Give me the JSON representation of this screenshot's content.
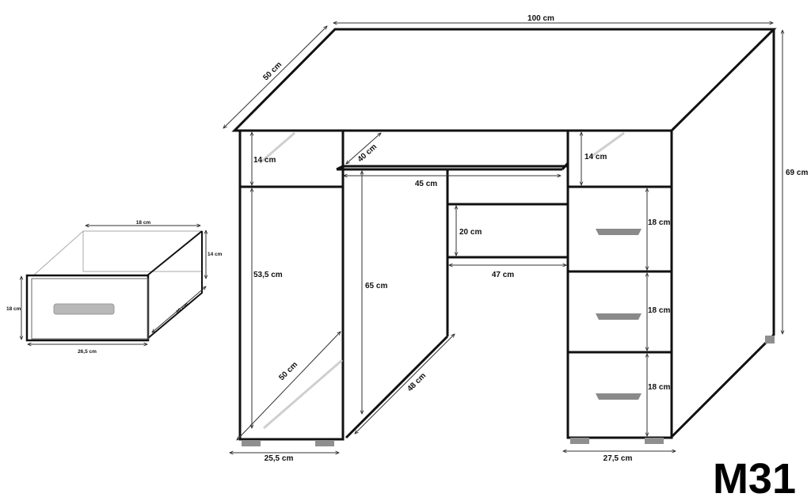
{
  "model_code": "M31",
  "desk": {
    "width": "100 cm",
    "depth": "50 cm",
    "height": "69 cm",
    "top_compartment_left": "14 cm",
    "top_compartment_right": "14 cm",
    "keyboard_depth": "40 cm",
    "keyboard_width": "45 cm",
    "shelf_height": "20 cm",
    "knee_width": "47 cm",
    "left_door_height": "53,5 cm",
    "knee_height": "65 cm",
    "left_inner_depth": "50 cm",
    "knee_depth": "48 cm",
    "drawer_1": "18 cm",
    "drawer_2": "18 cm",
    "drawer_3": "18 cm",
    "left_width": "25,5 cm",
    "right_width": "27,5 cm"
  },
  "drawer_detail": {
    "inner_width": "18 cm",
    "inner_height": "14 cm",
    "front_height": "18 cm",
    "depth": "40 cm",
    "front_width": "26,5 cm"
  },
  "colors": {
    "outline": "#111111",
    "handle": "#8a8a8a",
    "handle_light": "#b5b5b5",
    "feet": "#8f8f8f"
  }
}
